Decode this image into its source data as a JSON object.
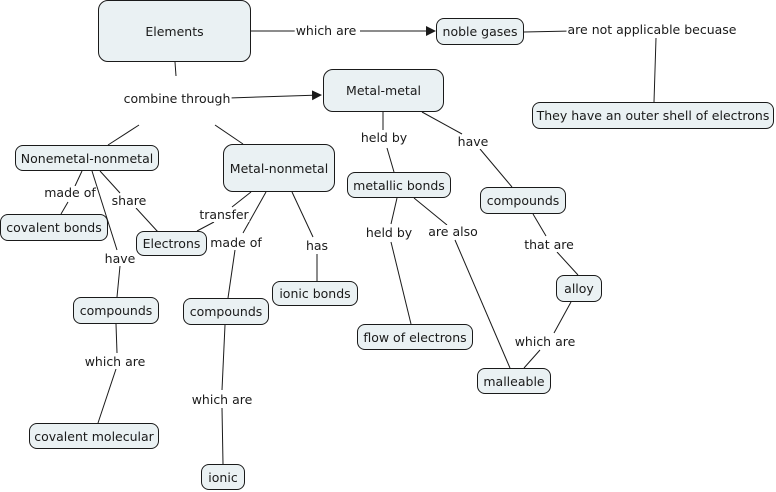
{
  "concept_map": {
    "colors": {
      "node_fill": "#eaf1f3",
      "stroke": "#1a1a1a",
      "background": "#ffffff"
    },
    "nodes": [
      {
        "id": "elements",
        "label": "Elements"
      },
      {
        "id": "noble_gases",
        "label": "noble gases"
      },
      {
        "id": "outer_shell",
        "label": "They have an outer shell of electrons"
      },
      {
        "id": "metal_metal",
        "label": "Metal-metal"
      },
      {
        "id": "nonmetal_nonmetal",
        "label": "Nonemetal-nonmetal"
      },
      {
        "id": "metal_nonmetal",
        "label": "Metal-nonmetal"
      },
      {
        "id": "metallic_bonds",
        "label": "metallic bonds"
      },
      {
        "id": "compounds_metal",
        "label": "compounds"
      },
      {
        "id": "covalent_bonds",
        "label": "covalent bonds"
      },
      {
        "id": "electrons",
        "label": "Electrons"
      },
      {
        "id": "ionic_bonds",
        "label": "ionic bonds"
      },
      {
        "id": "alloy",
        "label": "alloy"
      },
      {
        "id": "compounds_nn",
        "label": "compounds"
      },
      {
        "id": "compounds_mn",
        "label": "compounds"
      },
      {
        "id": "flow_electrons",
        "label": "flow of electrons"
      },
      {
        "id": "malleable",
        "label": "malleable"
      },
      {
        "id": "covalent_molecular",
        "label": "covalent molecular"
      },
      {
        "id": "ionic",
        "label": "ionic"
      }
    ],
    "links": [
      {
        "id": "which_are_1",
        "label": "which are"
      },
      {
        "id": "not_applicable",
        "label": "are not applicable becuase"
      },
      {
        "id": "combine_through",
        "label": "combine through"
      },
      {
        "id": "held_by_1",
        "label": "held by"
      },
      {
        "id": "have_1",
        "label": "have"
      },
      {
        "id": "made_of_1",
        "label": "made of"
      },
      {
        "id": "share",
        "label": "share"
      },
      {
        "id": "have_2",
        "label": "have"
      },
      {
        "id": "transfer",
        "label": "transfer"
      },
      {
        "id": "made_of_2",
        "label": "made of"
      },
      {
        "id": "has",
        "label": "has"
      },
      {
        "id": "held_by_2",
        "label": "held by"
      },
      {
        "id": "are_also",
        "label": "are also"
      },
      {
        "id": "that_are",
        "label": "that are"
      },
      {
        "id": "which_are_2",
        "label": "which are"
      },
      {
        "id": "which_are_3",
        "label": "which are"
      },
      {
        "id": "which_are_4",
        "label": "which are"
      }
    ]
  }
}
